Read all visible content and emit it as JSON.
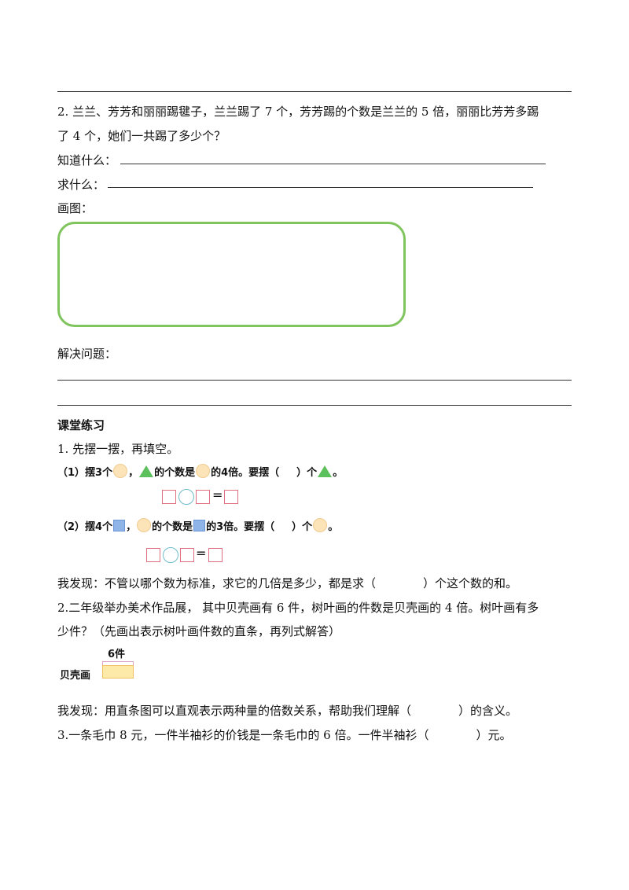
{
  "problem2": {
    "line1": "2. 兰兰、芳芳和丽丽踢毽子，兰兰踢了 7 个，芳芳踢的个数是兰兰的 5 倍，丽丽比芳芳多踢",
    "line2": "了 4 个，她们一共踢了多少个？",
    "know_label": "知道什么：",
    "ask_label": "求什么：",
    "draw_label": "画图：",
    "solve_label": "解决问题："
  },
  "practice": {
    "heading": "课堂练习",
    "q1": {
      "title": "1. 先摆一摆，再填空。",
      "part1": {
        "prefix": "（1）摆3个",
        "mid1": "，",
        "mid2": "的个数是",
        "mid3": "的4倍。要摆（",
        "mid4": "）个",
        "end": "。"
      },
      "part2": {
        "prefix": "（2）摆4个",
        "mid1": "，",
        "mid2": "的个数是",
        "mid3": "的3倍。要摆（",
        "mid4": "）个",
        "end": "。"
      },
      "equals": "=",
      "discovery": "我发现：不管以哪个数为标准，求它的几倍是多少，都是求（　　　　）个这个数的和。"
    },
    "q2": {
      "line1": "2.二年级举办美术作品展，  其中贝壳画有 6  件，树叶画的件数是贝壳画的 4  倍。树叶画有多",
      "line2": "少件？（先画出表示树叶画件数的直条，再列式解答）",
      "bar_value": "6件",
      "bar_label": "贝壳画",
      "discovery": "我发现：用直条图可以直观表示两种量的倍数关系，帮助我们理解（　　　　）的含义。"
    },
    "q3": {
      "text": "3.一条毛巾 8 元，一件半袖衫的价钱是一条毛巾的 6 倍。一件半袖衫（　　　　）元。"
    }
  }
}
